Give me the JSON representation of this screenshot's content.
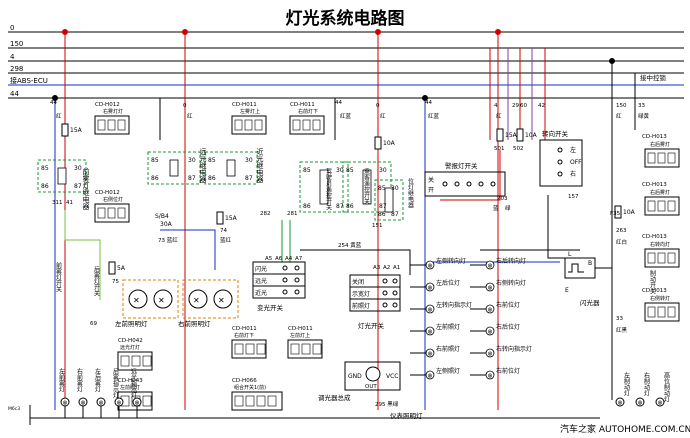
{
  "title": "灯光系统电路图",
  "buses": [
    {
      "label": "0"
    },
    {
      "label": "150"
    },
    {
      "label": "4"
    },
    {
      "label": "298"
    },
    {
      "label": "接ABS-ECU"
    },
    {
      "label": "44"
    }
  ],
  "bus_right_label": "接中控锁",
  "wire_labels": {
    "w44a": "44",
    "w44b": "44",
    "w0a": "0",
    "w0b": "0",
    "w0c": "0",
    "red1": "红",
    "red2": "红",
    "red3": "红",
    "redblue1": "红蓝",
    "redblue2": "红蓝",
    "w4": "4",
    "w150": "150",
    "w33": "33",
    "w29": "29",
    "w60": "60",
    "w42": "42",
    "green_yellow": "绿黄",
    "w501": "501",
    "w502": "502",
    "w203": "203",
    "w263": "263",
    "w282": "282",
    "w281": "281",
    "w254": "254 黄蓝",
    "w151": "151",
    "w311": "311",
    "w41": "41",
    "w73": "73 蓝红",
    "w74": "74",
    "bluered": "蓝红",
    "w75": "75",
    "w69": "69",
    "w157": "157",
    "w295": "295 黑绿",
    "redwhite": "红白",
    "redblack": "红黑",
    "w33b": "33",
    "F35": "F35",
    "A10": "10A",
    "A15": "15A",
    "A5": "5A",
    "A30": "30A",
    "S84": "S/B4",
    "blue": "蓝",
    "green": "绿"
  },
  "connectors_top": [
    {
      "id": "CD-H012",
      "sub": "右雾灯灯"
    },
    {
      "id": "CD-H012",
      "sub": "右侧位灯"
    },
    {
      "id": "CD-H011",
      "sub": "左雾灯上"
    },
    {
      "id": "CD-H011",
      "sub": "右前灯下"
    }
  ],
  "connectors_right": [
    {
      "id": "CD-H013",
      "sub": "右后雾灯"
    },
    {
      "id": "CD-H013",
      "sub": "右后雾灯"
    },
    {
      "id": "CD-H013",
      "sub": "右转向灯"
    },
    {
      "id": "CD-H013",
      "sub": "右侧转灯"
    }
  ],
  "connectors_bottom": [
    {
      "id": "CD-H042",
      "sub": "远光灯灯"
    },
    {
      "id": "CD-H043",
      "sub": "左前照灯"
    },
    {
      "id": "CD-H011",
      "sub": "右前灯下"
    },
    {
      "id": "CD-H011",
      "sub": "左前灯上"
    },
    {
      "id": "CD-H066",
      "sub": "组合开关1(前)"
    }
  ],
  "relays": [
    {
      "name": "前雾灯继电器"
    },
    {
      "name": "远光继电器"
    },
    {
      "name": "近光继电器"
    },
    {
      "name": "驾驶员遥控开关"
    },
    {
      "name": "乘客遥控开关"
    },
    {
      "name": "位灯继电器"
    }
  ],
  "switches": {
    "light_switch": "灯光开关",
    "dimmer_switch": "变光开关",
    "hazard_switch": "警报灯开关",
    "turn_switch": "转向开关",
    "flasher": "闪光器",
    "dimmer_module": "调光器总成",
    "instrument_light": "仪表照明灯",
    "rear_fog_switch": "后雾灯开关",
    "front_fog_switch": "前雾灯开关",
    "stop_switch": "制动开关",
    "left_front_light": "左前照明灯",
    "right_front_light": "右前照明灯"
  },
  "switch_rows": {
    "dimmer": [
      "闪光",
      "远光",
      "近光"
    ],
    "dimmer_cols": [
      "A5",
      "A6",
      "A4",
      "A7"
    ],
    "light": [
      "关闭",
      "示宽灯",
      "前照灯"
    ],
    "light_cols": [
      "A3",
      "A2",
      "A1"
    ],
    "hazard": [
      "关",
      "开"
    ],
    "turn": [
      "左",
      "OFF",
      "右"
    ]
  },
  "lamp_groups_center": [
    "右后转向灯",
    "右侧转向灯",
    "右前位灯",
    "右后位灯",
    "右转向指示灯",
    "右前位灯",
    "左侧转向灯",
    "左后位灯",
    "左转向指示灯",
    "左前照灯",
    "右前照灯",
    "左侧照灯"
  ],
  "bottom_lamps": [
    "左前雾灯",
    "右前雾灯",
    "左后雾灯",
    "后雾指示灯",
    "远光指示灯"
  ],
  "right_bottom_lamps": [
    "左制动灯",
    "右制动灯",
    "高位制动灯"
  ],
  "misc": {
    "gnd": "GND",
    "vcc": "VCC",
    "out": "OUT",
    "E": "E",
    "L": "L",
    "B": "B",
    "terms": [
      "87",
      "30",
      "85",
      "86"
    ],
    "footer": "汽车之家 AUTOHOME.COM.CN",
    "corner": "M6c3"
  }
}
